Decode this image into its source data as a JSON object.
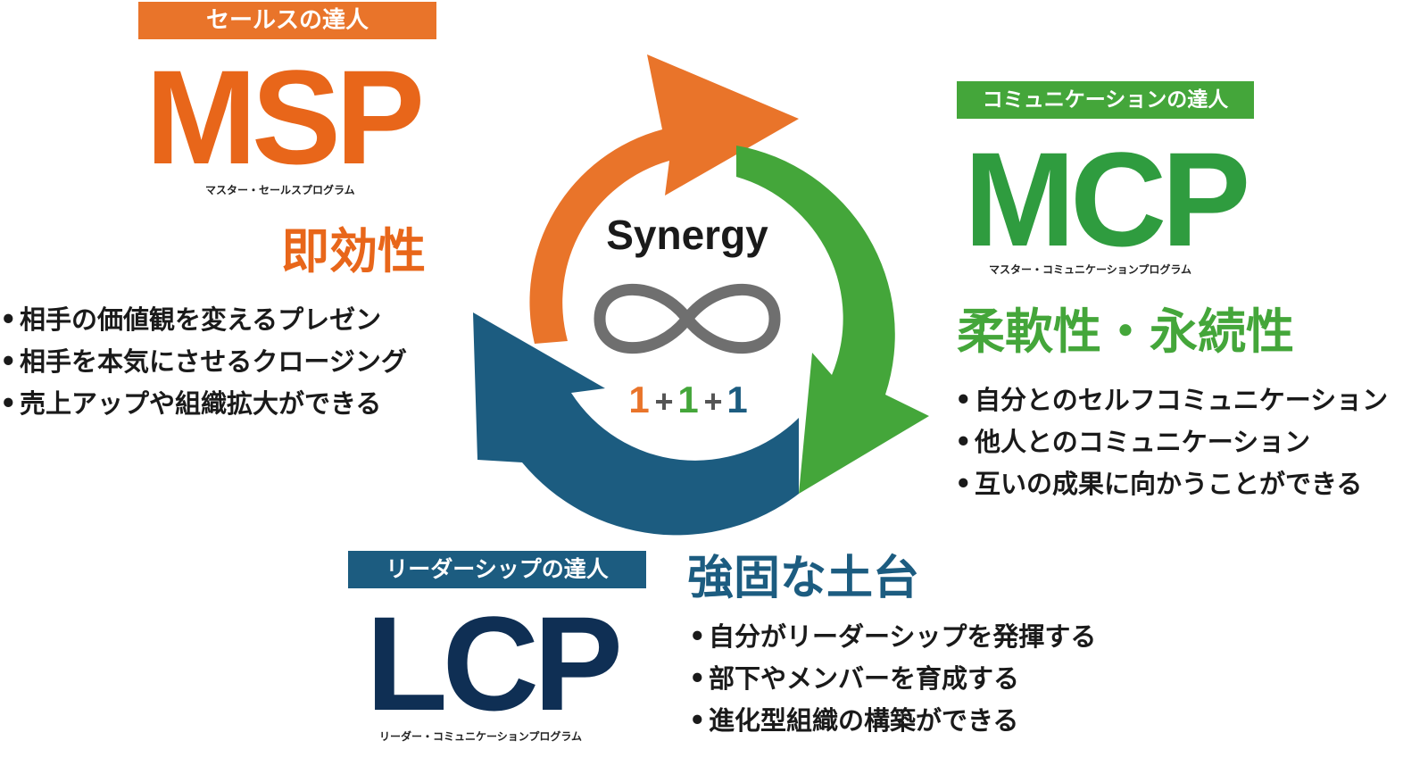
{
  "colors": {
    "msp": "#e9742a",
    "msp_text": "#e8661a",
    "mcp": "#44a63a",
    "mcp_text": "#2f9c3f",
    "lcp": "#1c5c80",
    "lcp_text": "#0f2f54",
    "loop": "#6f6f6f"
  },
  "center": {
    "title": "Synergy",
    "formula": [
      "1",
      "+",
      "1",
      "+",
      "1"
    ]
  },
  "msp": {
    "tag": "セールスの達人",
    "acronym": "MSP",
    "subtitle": "マスター・セールスプログラム",
    "heading": "即効性",
    "bullets": [
      "相手の価値観を変えるプレゼン",
      "相手を本気にさせるクロージング",
      "売上アップや組織拡大ができる"
    ]
  },
  "mcp": {
    "tag": "コミュニケーションの達人",
    "acronym": "MCP",
    "subtitle": "マスター・コミュニケーションプログラム",
    "heading": "柔軟性・永続性",
    "bullets": [
      "自分とのセルフコミュニケーション",
      "他人とのコミュニケーション",
      "互いの成果に向かうことができる"
    ]
  },
  "lcp": {
    "tag": "リーダーシップの達人",
    "acronym": "LCP",
    "subtitle": "リーダー・コミュニケーションプログラム",
    "heading": "強固な土台",
    "bullets": [
      "自分がリーダーシップを発揮する",
      "部下やメンバーを育成する",
      "進化型組織の構築ができる"
    ]
  },
  "bullet_glyph": "•"
}
